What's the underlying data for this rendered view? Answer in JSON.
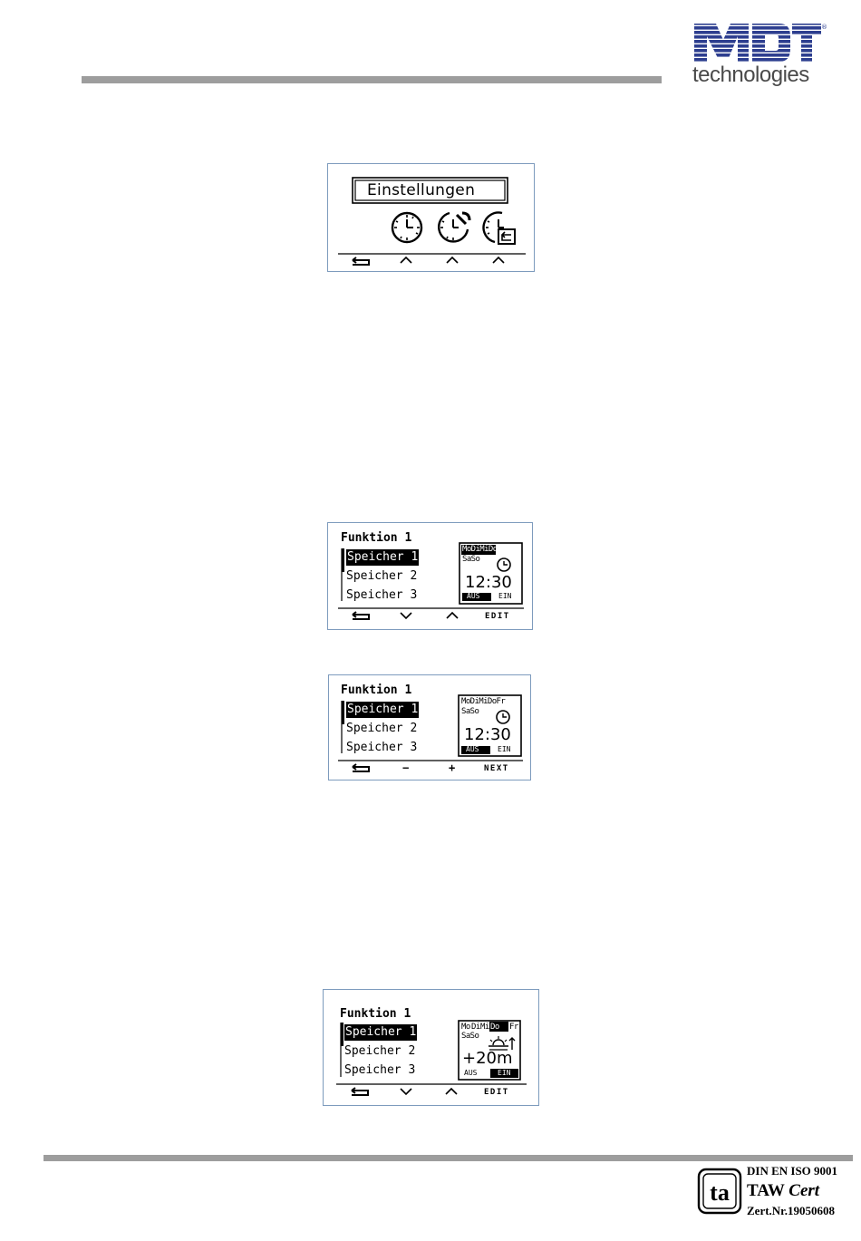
{
  "header": {
    "logo_text": "MDT",
    "logo_registered": "®",
    "logo_subtitle": "technologies"
  },
  "screen1": {
    "title": "Einstellungen",
    "icons": [
      "clock-icon",
      "clock-settings-icon",
      "clock-return-icon"
    ],
    "softkeys": [
      "back-arrow-icon",
      "up-chevron-icon",
      "up-chevron-icon",
      "up-chevron-icon"
    ]
  },
  "screen2": {
    "title": "Funktion 1",
    "items": [
      "Speicher 1",
      "Speicher 2",
      "Speicher 3"
    ],
    "selected_index": 0,
    "days_row1": "MoDiMiDoFr",
    "days_row2": "SaSo",
    "time": "12:30",
    "off_label": "AUS",
    "on_label": "EIN",
    "softkey_last": "EDIT"
  },
  "screen3": {
    "title": "Funktion 1",
    "items": [
      "Speicher 1",
      "Speicher 2",
      "Speicher 3"
    ],
    "selected_index": 0,
    "days_row1": "MoDiMiDoFr",
    "days_row2": "SaSo",
    "time": "12:30",
    "off_label": "AUS",
    "on_label": "EIN",
    "softkey_minus": "−",
    "softkey_plus": "+",
    "softkey_last": "NEXT"
  },
  "screen4": {
    "title": "Funktion 1",
    "items": [
      "Speicher 1",
      "Speicher 2",
      "Speicher 3"
    ],
    "selected_index": 0,
    "days_mo": "Mo",
    "days_di": "Di",
    "days_mi": "Mi",
    "days_do": "Do",
    "days_fr": "Fr",
    "days_row2": "SaSo",
    "offset": "+20m",
    "off_label": "AUS",
    "on_label": "EIN",
    "softkey_last": "EDIT"
  },
  "footer": {
    "cert_line1": "DIN EN ISO 9001",
    "cert_line2_a": "TAW",
    "cert_line2_b": "Cert",
    "cert_line3": "Zert.Nr.19050608",
    "cert_logo_text": "ta"
  }
}
